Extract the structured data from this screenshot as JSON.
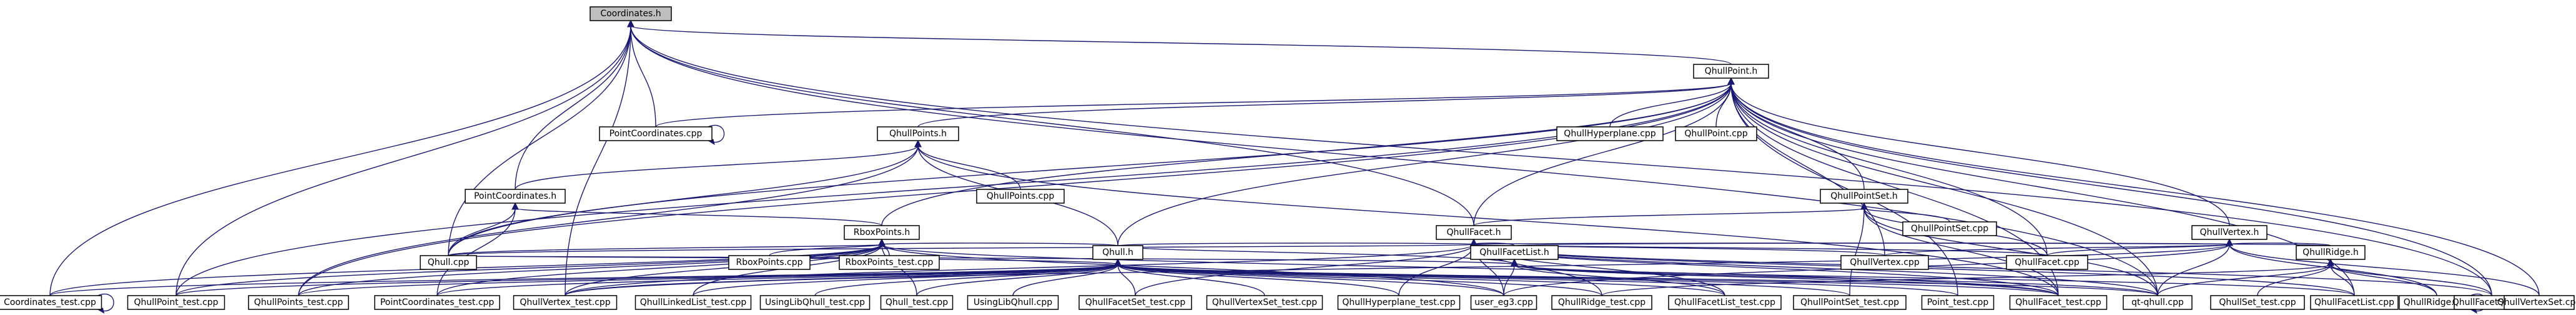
{
  "graph": {
    "nodes": [
      {
        "id": "coordinates_h",
        "label": "Coordinates.h",
        "root": true
      },
      {
        "id": "qhullpoint_h",
        "label": "QhullPoint.h"
      },
      {
        "id": "pointcoordinates_cpp",
        "label": "PointCoordinates.cpp"
      },
      {
        "id": "qhullhyperplane_cpp",
        "label": "QhullHyperplane.cpp"
      },
      {
        "id": "qhullpoint_cpp",
        "label": "QhullPoint.cpp"
      },
      {
        "id": "qhullpoints_h",
        "label": "QhullPoints.h"
      },
      {
        "id": "qhullpoints_cpp",
        "label": "QhullPoints.cpp"
      },
      {
        "id": "pointcoordinates_h",
        "label": "PointCoordinates.h"
      },
      {
        "id": "qhullpointset_h",
        "label": "QhullPointSet.h"
      },
      {
        "id": "qhullpointset_cpp",
        "label": "QhullPointSet.cpp"
      },
      {
        "id": "rboxpoints_h",
        "label": "RboxPoints.h"
      },
      {
        "id": "qhullfacet_h",
        "label": "QhullFacet.h"
      },
      {
        "id": "qhullvertex_h",
        "label": "QhullVertex.h"
      },
      {
        "id": "qhull_cpp",
        "label": "Qhull.cpp"
      },
      {
        "id": "rboxpoints_cpp",
        "label": "RboxPoints.cpp"
      },
      {
        "id": "rboxpoints_test_cpp",
        "label": "RboxPoints_test.cpp"
      },
      {
        "id": "qhullfacetlist_h",
        "label": "QhullFacetList.h"
      },
      {
        "id": "qhullvertex_cpp",
        "label": "QhullVertex.cpp"
      },
      {
        "id": "qhullfacet_cpp",
        "label": "QhullFacet.cpp"
      },
      {
        "id": "qhullridge_h",
        "label": "QhullRidge.h"
      },
      {
        "id": "qhull_h",
        "label": "Qhull.h"
      },
      {
        "id": "coordinates_test_cpp",
        "label": "Coordinates_test.cpp"
      },
      {
        "id": "qhullpoint_test_cpp",
        "label": "QhullPoint_test.cpp"
      },
      {
        "id": "qhullpoints_test_cpp",
        "label": "QhullPoints_test.cpp"
      },
      {
        "id": "pointcoordinates_test_cpp",
        "label": "PointCoordinates_test.cpp"
      },
      {
        "id": "qhullvertex_test_cpp",
        "label": "QhullVertex_test.cpp"
      },
      {
        "id": "qhulllinkedlist_test_cpp",
        "label": "QhullLinkedList_test.cpp"
      },
      {
        "id": "usinglibqhull_test_cpp",
        "label": "UsingLibQhull_test.cpp"
      },
      {
        "id": "qhull_test_cpp",
        "label": "Qhull_test.cpp"
      },
      {
        "id": "usinglibqhull_cpp",
        "label": "UsingLibQhull.cpp"
      },
      {
        "id": "qhullfacetset_test_cpp",
        "label": "QhullFacetSet_test.cpp"
      },
      {
        "id": "qhullvertexset_test_cpp",
        "label": "QhullVertexSet_test.cpp"
      },
      {
        "id": "qhullhyperplane_test_cpp",
        "label": "QhullHyperplane_test.cpp"
      },
      {
        "id": "user_eg3_cpp",
        "label": "user_eg3.cpp"
      },
      {
        "id": "qhullridge_test_cpp",
        "label": "QhullRidge_test.cpp"
      },
      {
        "id": "qhullfacetlist_test_cpp",
        "label": "QhullFacetList_test.cpp"
      },
      {
        "id": "qhullpointset_test_cpp",
        "label": "QhullPointSet_test.cpp"
      },
      {
        "id": "point_test_cpp",
        "label": "Point_test.cpp"
      },
      {
        "id": "qhullfacet_test_cpp",
        "label": "QhullFacet_test.cpp"
      },
      {
        "id": "qt_qhull_cpp",
        "label": "qt-qhull.cpp"
      },
      {
        "id": "qhullset_test_cpp",
        "label": "QhullSet_test.cpp"
      },
      {
        "id": "qhullfacetlist_cpp",
        "label": "QhullFacetList.cpp"
      },
      {
        "id": "qhullridge_cpp",
        "label": "QhullRidge.cpp"
      },
      {
        "id": "qhullfacetset_cpp",
        "label": "QhullFacetSet.cpp"
      },
      {
        "id": "qhullvertexset_cpp",
        "label": "QhullVertexSet.cpp"
      }
    ],
    "edges": [
      [
        "coordinates_h",
        "qhullpoint_h"
      ],
      [
        "coordinates_h",
        "pointcoordinates_cpp"
      ],
      [
        "coordinates_h",
        "pointcoordinates_h"
      ],
      [
        "coordinates_h",
        "qhull_cpp"
      ],
      [
        "coordinates_h",
        "coordinates_test_cpp"
      ],
      [
        "coordinates_h",
        "qhullpoint_test_cpp"
      ],
      [
        "coordinates_h",
        "qhullvertex_test_cpp"
      ],
      [
        "coordinates_h",
        "qhullfacet_h"
      ],
      [
        "coordinates_h",
        "qt_qhull_cpp"
      ],
      [
        "coordinates_h",
        "qhullfacetset_cpp"
      ],
      [
        "qhullpoint_h",
        "pointcoordinates_cpp"
      ],
      [
        "qhullpoint_h",
        "qhullhyperplane_cpp"
      ],
      [
        "qhullpoint_h",
        "qhullpoint_cpp"
      ],
      [
        "qhullpoint_h",
        "qhullpoints_h"
      ],
      [
        "qhullpoint_h",
        "qhullpointset_h"
      ],
      [
        "qhullpoint_h",
        "rboxpoints_h"
      ],
      [
        "qhullpoint_h",
        "qhullfacet_h"
      ],
      [
        "qhullpoint_h",
        "qhullvertex_h"
      ],
      [
        "qhullpoint_h",
        "qhull_cpp"
      ],
      [
        "qhullpoint_h",
        "qhull_h"
      ],
      [
        "qhullpoint_h",
        "qhullvertex_cpp"
      ],
      [
        "qhullpoint_h",
        "qhullfacet_cpp"
      ],
      [
        "qhullpoint_h",
        "qhullpoint_test_cpp"
      ],
      [
        "qhullpoint_h",
        "qhullpoints_test_cpp"
      ],
      [
        "qhullpoint_h",
        "point_test_cpp"
      ],
      [
        "qhullpoint_h",
        "qhullfacet_test_cpp"
      ],
      [
        "qhullpoint_h",
        "qt_qhull_cpp"
      ],
      [
        "qhullpoint_h",
        "qhullfacetlist_cpp"
      ],
      [
        "qhullpoint_h",
        "qhullfacetset_cpp"
      ],
      [
        "qhullpoint_h",
        "qhullvertexset_cpp"
      ],
      [
        "pointcoordinates_cpp",
        "pointcoordinates_cpp"
      ],
      [
        "qhullpoints_h",
        "qhullpoints_cpp"
      ],
      [
        "qhullpoints_h",
        "pointcoordinates_h"
      ],
      [
        "qhullpoints_h",
        "qhull_cpp"
      ],
      [
        "qhullpoints_h",
        "qhull_h"
      ],
      [
        "qhullpoints_h",
        "qhullpoints_test_cpp"
      ],
      [
        "qhullpoints_h",
        "qhullfacet_test_cpp"
      ],
      [
        "pointcoordinates_h",
        "rboxpoints_h"
      ],
      [
        "pointcoordinates_h",
        "qhull_cpp"
      ],
      [
        "pointcoordinates_h",
        "pointcoordinates_test_cpp"
      ],
      [
        "qhullpointset_h",
        "qhullpointset_cpp"
      ],
      [
        "qhullpointset_h",
        "qhullfacet_h"
      ],
      [
        "qhullpointset_h",
        "qhullfacet_cpp"
      ],
      [
        "qhullpointset_h",
        "qhullpointset_test_cpp"
      ],
      [
        "qhullpointset_h",
        "qhullfacet_test_cpp"
      ],
      [
        "qhullpointset_h",
        "qt_qhull_cpp"
      ],
      [
        "rboxpoints_h",
        "qhull_cpp"
      ],
      [
        "rboxpoints_h",
        "rboxpoints_cpp"
      ],
      [
        "rboxpoints_h",
        "rboxpoints_test_cpp"
      ],
      [
        "rboxpoints_h",
        "qhull_h"
      ],
      [
        "rboxpoints_h",
        "coordinates_test_cpp"
      ],
      [
        "rboxpoints_h",
        "qhullpoint_test_cpp"
      ],
      [
        "rboxpoints_h",
        "qhullpoints_test_cpp"
      ],
      [
        "rboxpoints_h",
        "pointcoordinates_test_cpp"
      ],
      [
        "rboxpoints_h",
        "qhullvertex_test_cpp"
      ],
      [
        "rboxpoints_h",
        "qhulllinkedlist_test_cpp"
      ],
      [
        "rboxpoints_h",
        "qhull_test_cpp"
      ],
      [
        "rboxpoints_h",
        "qhullfacet_test_cpp"
      ],
      [
        "rboxpoints_h",
        "user_eg3_cpp"
      ],
      [
        "qhullfacet_h",
        "qhullfacetlist_h"
      ],
      [
        "qhullfacet_h",
        "qhull_h"
      ],
      [
        "qhullfacet_h",
        "qhull_cpp"
      ],
      [
        "qhullfacet_h",
        "qhullvertex_cpp"
      ],
      [
        "qhullfacet_h",
        "qhullfacet_cpp"
      ],
      [
        "qhullfacet_h",
        "qhullridge_h"
      ],
      [
        "qhullfacet_h",
        "qhullvertex_test_cpp"
      ],
      [
        "qhullfacet_h",
        "qhullfacetset_test_cpp"
      ],
      [
        "qhullfacet_h",
        "qhullhyperplane_test_cpp"
      ],
      [
        "qhullfacet_h",
        "user_eg3_cpp"
      ],
      [
        "qhullfacet_h",
        "qhullridge_test_cpp"
      ],
      [
        "qhullfacet_h",
        "qhullfacetlist_test_cpp"
      ],
      [
        "qhullfacet_h",
        "qhullfacet_test_cpp"
      ],
      [
        "qhullfacet_h",
        "qt_qhull_cpp"
      ],
      [
        "qhullfacet_h",
        "qhullfacetlist_cpp"
      ],
      [
        "qhullfacet_h",
        "qhullfacetset_cpp"
      ],
      [
        "qhullvertex_h",
        "qhullvertex_cpp"
      ],
      [
        "qhullvertex_h",
        "qhullfacet_cpp"
      ],
      [
        "qhullvertex_h",
        "qhullridge_h"
      ],
      [
        "qhullvertex_h",
        "qhullfacetlist_h"
      ],
      [
        "qhullvertex_h",
        "qhullvertex_test_cpp"
      ],
      [
        "qhullvertex_h",
        "user_eg3_cpp"
      ],
      [
        "qhullvertex_h",
        "qhullridge_cpp"
      ],
      [
        "qhullvertex_h",
        "qhullvertexset_cpp"
      ],
      [
        "qhullvertex_h",
        "qt_qhull_cpp"
      ],
      [
        "qhullfacetlist_h",
        "qhull_h"
      ],
      [
        "qhullfacetlist_h",
        "qhull_cpp"
      ],
      [
        "qhullfacetlist_h",
        "qhullfacetlist_test_cpp"
      ],
      [
        "qhullfacetlist_h",
        "qhullfacetlist_cpp"
      ],
      [
        "qhullfacetlist_h",
        "user_eg3_cpp"
      ],
      [
        "qhullfacetlist_h",
        "qhullfacet_test_cpp"
      ],
      [
        "qhullfacetlist_h",
        "qt_qhull_cpp"
      ],
      [
        "qhullridge_h",
        "qhullridge_cpp"
      ],
      [
        "qhullridge_h",
        "qhullridge_test_cpp"
      ],
      [
        "qhullridge_h",
        "qhullfacetset_cpp"
      ],
      [
        "qhullridge_h",
        "qhullset_test_cpp"
      ],
      [
        "qhullridge_h",
        "qhullfacetlist_cpp"
      ],
      [
        "qhullridge_h",
        "qt_qhull_cpp"
      ],
      [
        "qhull_h",
        "qhull_cpp"
      ],
      [
        "qhull_h",
        "coordinates_test_cpp"
      ],
      [
        "qhull_h",
        "qhullpoint_test_cpp"
      ],
      [
        "qhull_h",
        "qhullpoints_test_cpp"
      ],
      [
        "qhull_h",
        "pointcoordinates_test_cpp"
      ],
      [
        "qhull_h",
        "qhullvertex_test_cpp"
      ],
      [
        "qhull_h",
        "qhulllinkedlist_test_cpp"
      ],
      [
        "qhull_h",
        "usinglibqhull_test_cpp"
      ],
      [
        "qhull_h",
        "qhull_test_cpp"
      ],
      [
        "qhull_h",
        "usinglibqhull_cpp"
      ],
      [
        "qhull_h",
        "qhullfacetset_test_cpp"
      ],
      [
        "qhull_h",
        "qhullvertexset_test_cpp"
      ],
      [
        "qhull_h",
        "qhullhyperplane_test_cpp"
      ],
      [
        "qhull_h",
        "user_eg3_cpp"
      ],
      [
        "qhull_h",
        "qhullridge_test_cpp"
      ],
      [
        "qhull_h",
        "qhullfacetlist_test_cpp"
      ],
      [
        "qhull_h",
        "qhullpointset_test_cpp"
      ],
      [
        "qhull_h",
        "point_test_cpp"
      ],
      [
        "qhull_h",
        "qhullfacet_test_cpp"
      ],
      [
        "qhull_h",
        "qt_qhull_cpp"
      ],
      [
        "coordinates_test_cpp",
        "coordinates_test_cpp"
      ],
      [
        "qhullridge_cpp",
        "qhullridge_cpp"
      ]
    ]
  }
}
